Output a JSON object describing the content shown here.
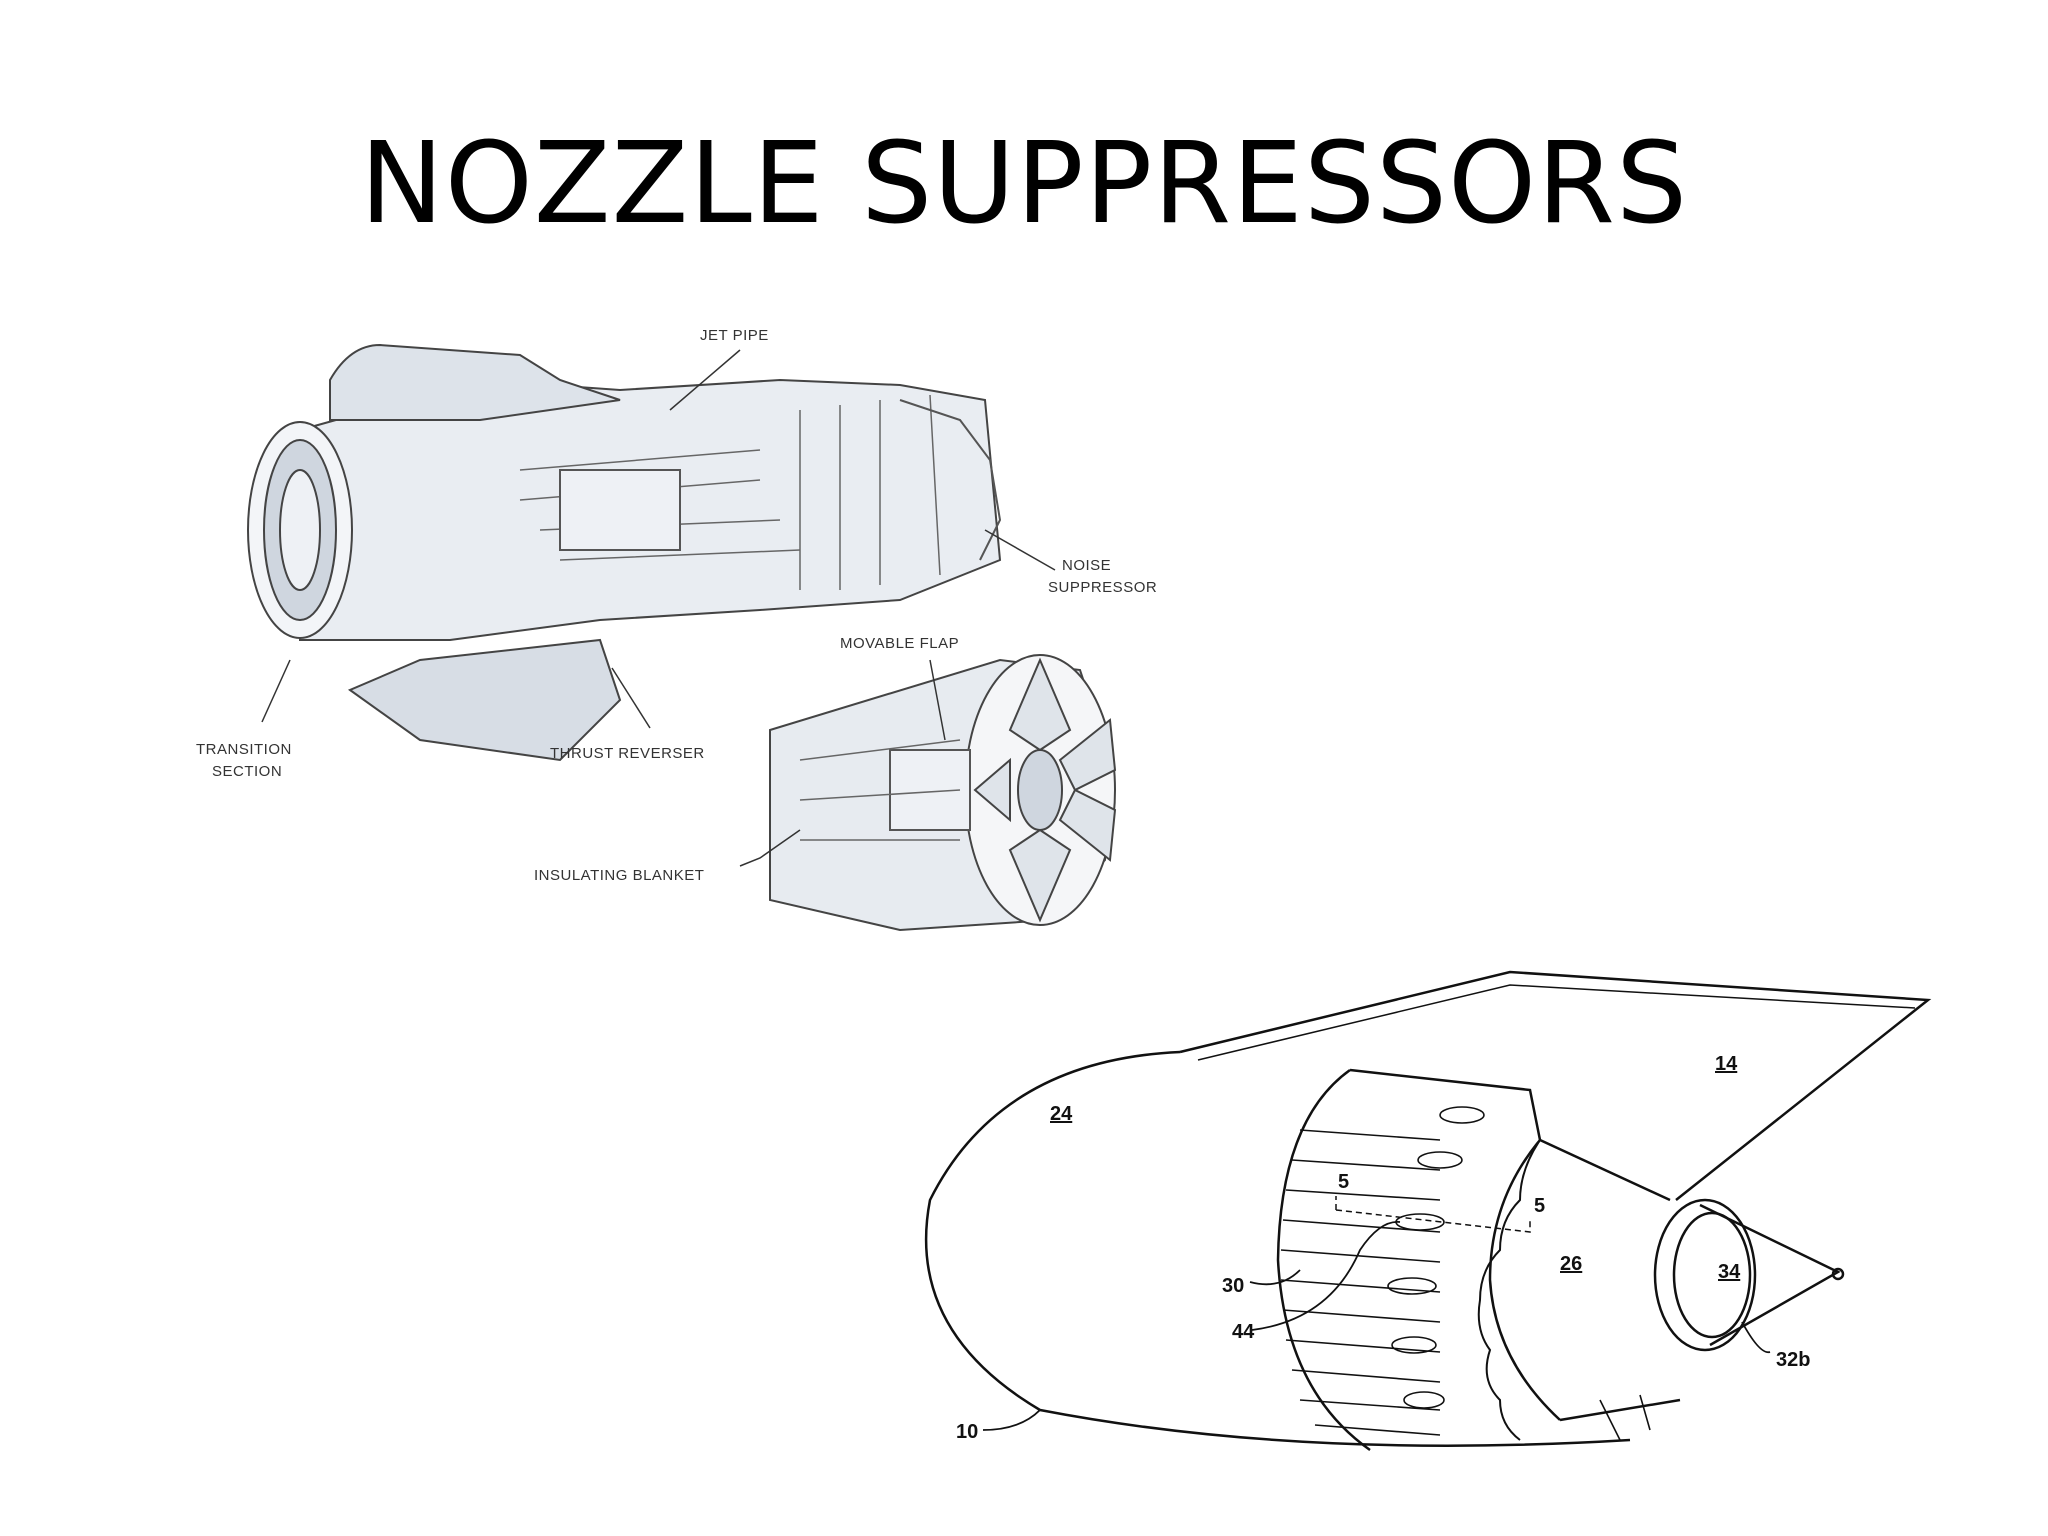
{
  "slide": {
    "title": "NOZZLE SUPPRESSORS"
  },
  "figure1": {
    "labels": {
      "jet_pipe": "JET PIPE",
      "noise_suppressor_1": "NOISE",
      "noise_suppressor_2": "SUPPRESSOR",
      "movable_flap": "MOVABLE FLAP",
      "transition_1": "TRANSITION",
      "transition_2": "SECTION",
      "thrust_reverser": "THRUST REVERSER",
      "insulating_blanket": "INSULATING BLANKET"
    }
  },
  "figure2": {
    "refs": {
      "r10": "10",
      "r14": "14",
      "r24": "24",
      "r26": "26",
      "r30": "30",
      "r32b": "32b",
      "r34": "34",
      "r44": "44",
      "r5a": "5",
      "r5b": "5"
    }
  }
}
